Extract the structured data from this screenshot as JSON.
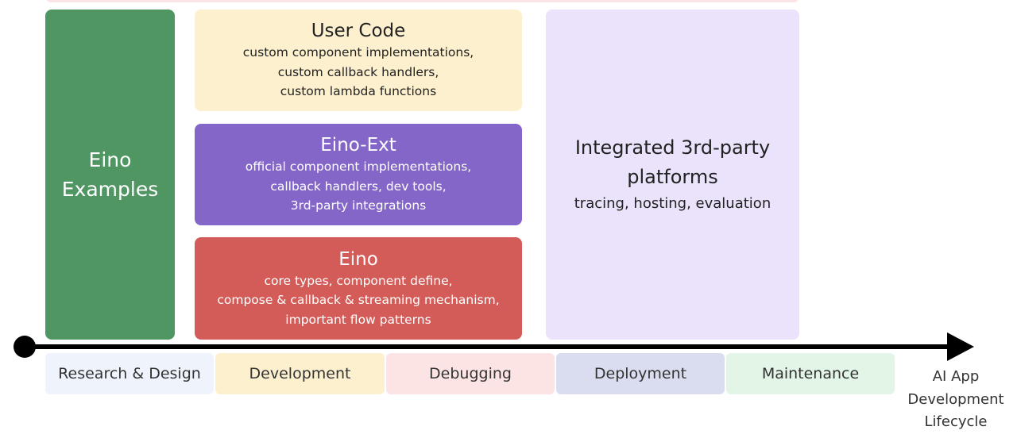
{
  "examples": {
    "title_line1": "Eino",
    "title_line2": "Examples"
  },
  "user_code": {
    "title": "User Code",
    "lines": [
      "custom component implementations,",
      "custom callback handlers,",
      "custom lambda functions"
    ]
  },
  "eino_ext": {
    "title": "Eino-Ext",
    "lines": [
      "official component implementations,",
      "callback handlers, dev tools,",
      "3rd-party integrations"
    ]
  },
  "eino": {
    "title": "Eino",
    "lines": [
      "core types, component define,",
      "compose & callback & streaming mechanism,",
      "important flow patterns"
    ]
  },
  "platforms": {
    "title_line1": "Integrated 3rd-party",
    "title_line2": "platforms",
    "subtitle": "tracing, hosting, evaluation"
  },
  "phases": [
    "Research & Design",
    "Development",
    "Debugging",
    "Deployment",
    "Maintenance"
  ],
  "axis_label": [
    "AI App",
    "Development",
    "Lifecycle"
  ],
  "colors": {
    "green": "#4f9662",
    "yellow": "#fdf0cf",
    "purple": "#8366c8",
    "red": "#d35c59",
    "lavender": "#ebe2fb"
  }
}
